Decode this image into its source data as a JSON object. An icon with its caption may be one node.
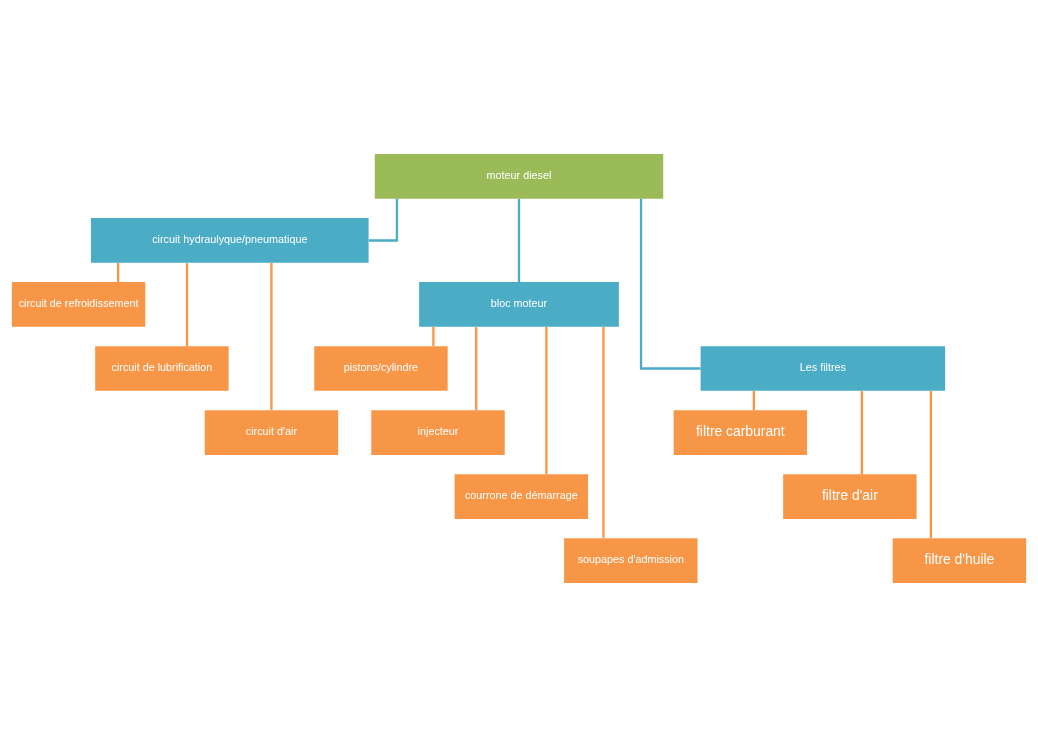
{
  "diagram": {
    "nodes": [
      {
        "text": [
          "moteur diesel"
        ]
      },
      {
        "text": [
          "circuit hydraulyque/pneumatique"
        ]
      },
      {
        "text": [
          "bloc moteur"
        ]
      },
      {
        "text": [
          "Les filtres"
        ]
      },
      {
        "text": [
          "circuit de refroidissement"
        ]
      },
      {
        "text": [
          "circuit de lubrification"
        ]
      },
      {
        "text": [
          "circuit d'air"
        ]
      },
      {
        "text": [
          "pistons/cylindre"
        ]
      },
      {
        "text": [
          "injecteur"
        ]
      },
      {
        "text": [
          "courrone de démarrage"
        ]
      },
      {
        "text": [
          "soupapes d'admission"
        ]
      },
      {
        "text": [
          "filtre carburant"
        ]
      },
      {
        "text": [
          "filtre d'air"
        ]
      },
      {
        "text": [
          "filtre d'huile"
        ]
      }
    ],
    "edges": [
      {
        "from": 0,
        "to": 1,
        "arrow": "none",
        "color": "#4bacc6"
      },
      {
        "from": 0,
        "to": 2,
        "arrow": "none",
        "color": "#4bacc6"
      },
      {
        "from": 0,
        "to": 3,
        "arrow": "none",
        "color": "#4bacc6"
      },
      {
        "from": 1,
        "to": 4,
        "arrow": "none"
      },
      {
        "from": 1,
        "to": 5,
        "arrow": "none"
      },
      {
        "from": 1,
        "to": 6,
        "arrow": "none"
      },
      {
        "from": 2,
        "to": 7,
        "arrow": "none"
      },
      {
        "from": 2,
        "to": 8,
        "arrow": "none"
      },
      {
        "from": 2,
        "to": 9,
        "arrow": "none"
      },
      {
        "from": 2,
        "to": 10,
        "arrow": "none"
      },
      {
        "from": 3,
        "to": 11,
        "arrow": "none"
      },
      {
        "from": 3,
        "to": 12,
        "arrow": "none"
      },
      {
        "from": 3,
        "to": 13,
        "arrow": "none"
      }
    ]
  }
}
